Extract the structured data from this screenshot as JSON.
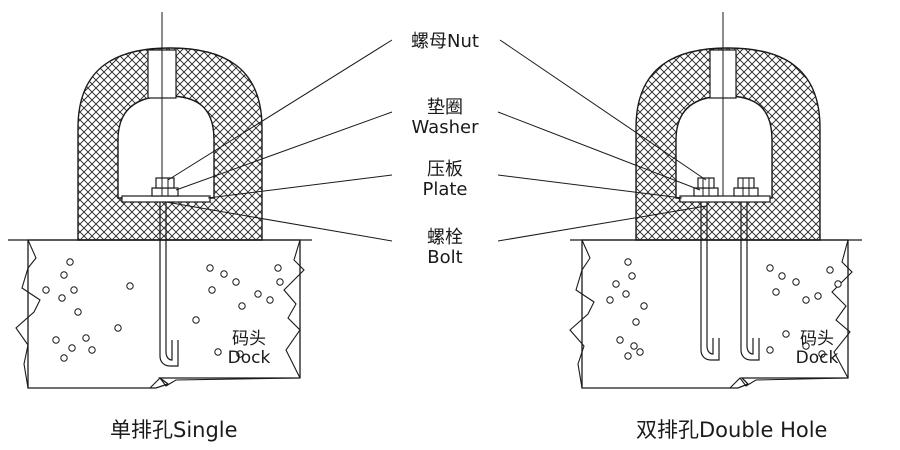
{
  "labels": {
    "nut": {
      "zh": "螺母",
      "en": "Nut"
    },
    "washer": {
      "zh": "垫圈",
      "en": "Washer"
    },
    "plate": {
      "zh": "压板",
      "en": "Plate"
    },
    "bolt": {
      "zh": "螺栓",
      "en": "Bolt"
    }
  },
  "dock": {
    "zh": "码头",
    "en": "Dock"
  },
  "captions": {
    "single": "单排孔Single",
    "double": "双排孔Double Hole"
  },
  "colors": {
    "line": "#1a1a1a",
    "background": "#ffffff"
  }
}
